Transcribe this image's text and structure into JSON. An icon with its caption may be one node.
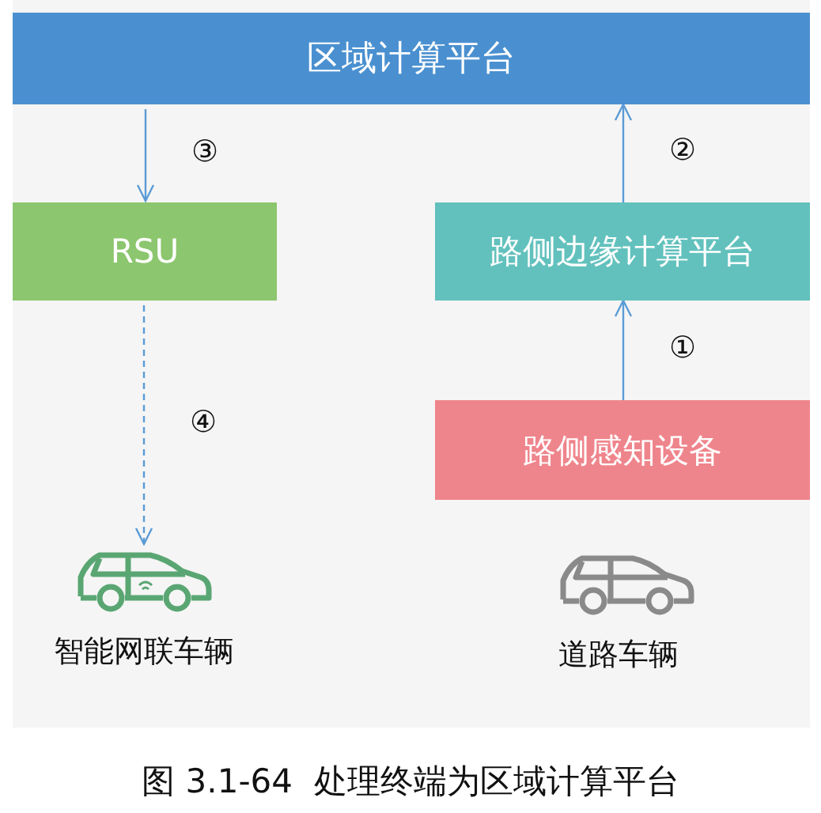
{
  "diagram": {
    "caption": "图 3.1-64  处理终端为区域计算平台",
    "nodes": [
      {
        "text": [
          "区域计算平台"
        ]
      },
      {
        "text": [
          "RSU"
        ]
      },
      {
        "text": [
          "路侧边缘计算平台"
        ]
      },
      {
        "text": [
          "路侧感知设备"
        ]
      },
      {
        "text": [
          "智能网联车辆"
        ]
      },
      {
        "text": [
          "道路车辆"
        ]
      }
    ],
    "edges": [
      {
        "from": 3,
        "to": 2,
        "arrow": "to",
        "label": "①"
      },
      {
        "from": 2,
        "to": 0,
        "arrow": "to",
        "label": "②"
      },
      {
        "from": 0,
        "to": 1,
        "arrow": "to",
        "label": "③"
      },
      {
        "from": 1,
        "to": 4,
        "arrow": "to",
        "label": "④",
        "style": "dashed"
      }
    ]
  }
}
